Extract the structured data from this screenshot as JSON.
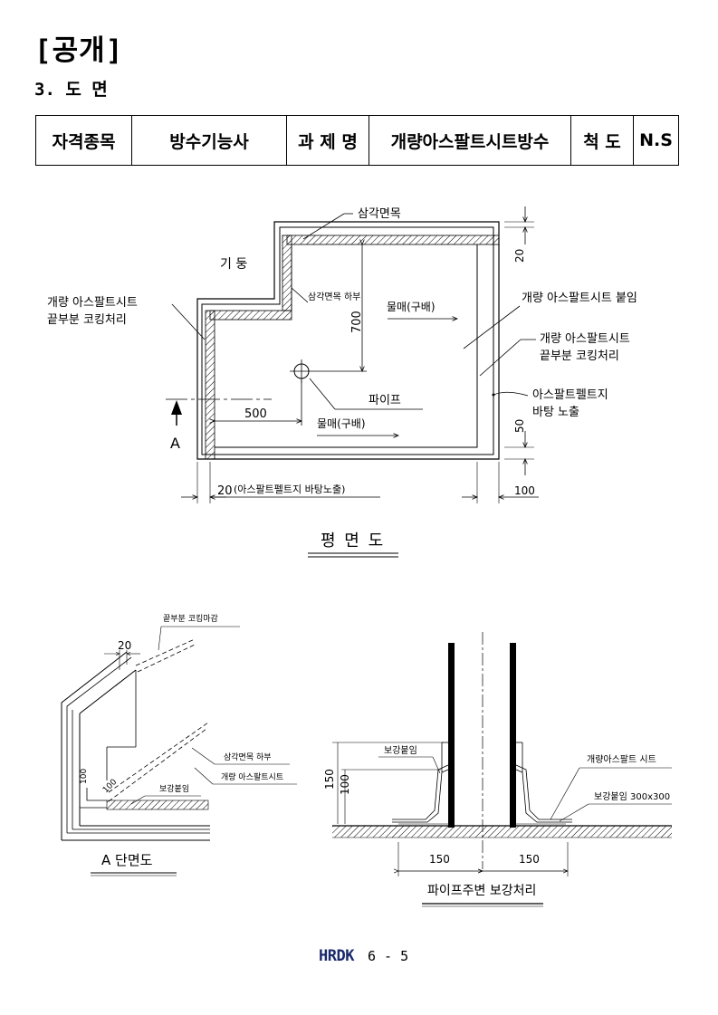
{
  "header": {
    "title": "[공개]",
    "subtitle": "3. 도 면"
  },
  "info_table": {
    "c1": "자격종목",
    "c2": "방수기능사",
    "c3": "과 제 명",
    "c4": "개량아스팔트시트방수",
    "c5": "척 도",
    "c6": "N.S"
  },
  "plan": {
    "title": "평 면 도",
    "label_chamfer": "삼각면목",
    "label_column": "기 둥",
    "label_chamfer_under": "삼각면목 하부",
    "label_slope1": "물매(구배)",
    "label_slope2": "물매(구배)",
    "label_sheet_end_left_1": "개량 아스팔트시트",
    "label_sheet_end_left_2": "끝부분 코킹처리",
    "label_sheet_attach": "개량 아스팔트시트 붙임",
    "label_sheet_end_right_1": "개량 아스팔트시트",
    "label_sheet_end_right_2": "끝부분 코킹처리",
    "label_felt_1": "아스팔트펠트지",
    "label_felt_2": "바탕 노출",
    "label_pipe": "파이프",
    "dim_700": "700",
    "dim_500": "500",
    "dim_20_top": "20",
    "dim_50": "50",
    "dim_20_bottom": "20",
    "dim_20_note": "(아스팔트펠트지 바탕노출)",
    "dim_100": "100",
    "section_mark": "A"
  },
  "section_a": {
    "title": "A 단면도",
    "label_caulk": "끝부분 코킹마감",
    "dim_20": "20",
    "label_chamfer_under": "삼각면목 하부",
    "label_sheet": "개량 아스팔트시트",
    "label_reinforce": "보강붙임",
    "dim_100": "100",
    "dim_100b": "100"
  },
  "pipe_detail": {
    "title": "파이프주변 보강처리",
    "label_reinforce": "보강붙임",
    "label_sheet": "개량아스팔트 시트",
    "label_reinforce_size": "보강붙임 300x300",
    "dim_150_v": "150",
    "dim_100_v": "100",
    "dim_150_left": "150",
    "dim_150_right": "150"
  },
  "footer": {
    "logo": "HRDK",
    "page": "6 - 5"
  }
}
